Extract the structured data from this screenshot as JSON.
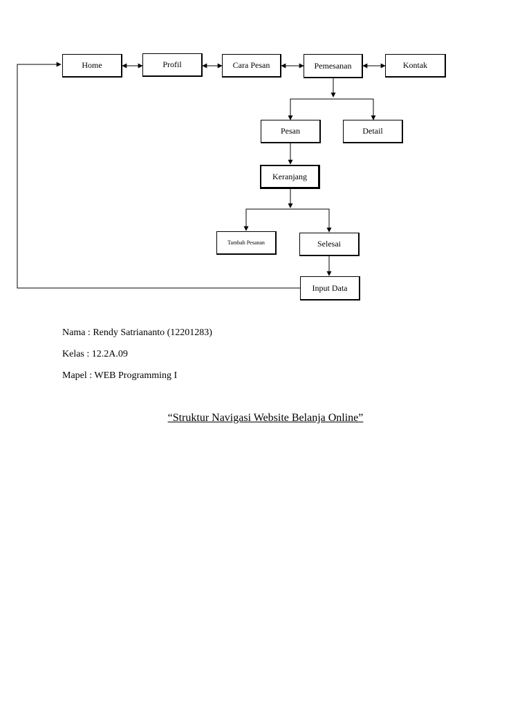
{
  "diagram": {
    "nodes": {
      "home": "Home",
      "profil": "Profil",
      "cara_pesan": "Cara Pesan",
      "pemesanan": "Pemesanan",
      "kontak": "Kontak",
      "pesan": "Pesan",
      "detail": "Detail",
      "keranjang": "Keranjang",
      "tambah_pesanan": "Tambah Pesanan",
      "selesai": "Selesai",
      "input_data": "Input Data"
    }
  },
  "info": {
    "nama": "Nama : Rendy Satriananto (12201283)",
    "kelas": "Kelas  : 12.2A.09",
    "mapel": "Mapel : WEB Programming I"
  },
  "title": "“Struktur Navigasi Website Belanja Online”"
}
